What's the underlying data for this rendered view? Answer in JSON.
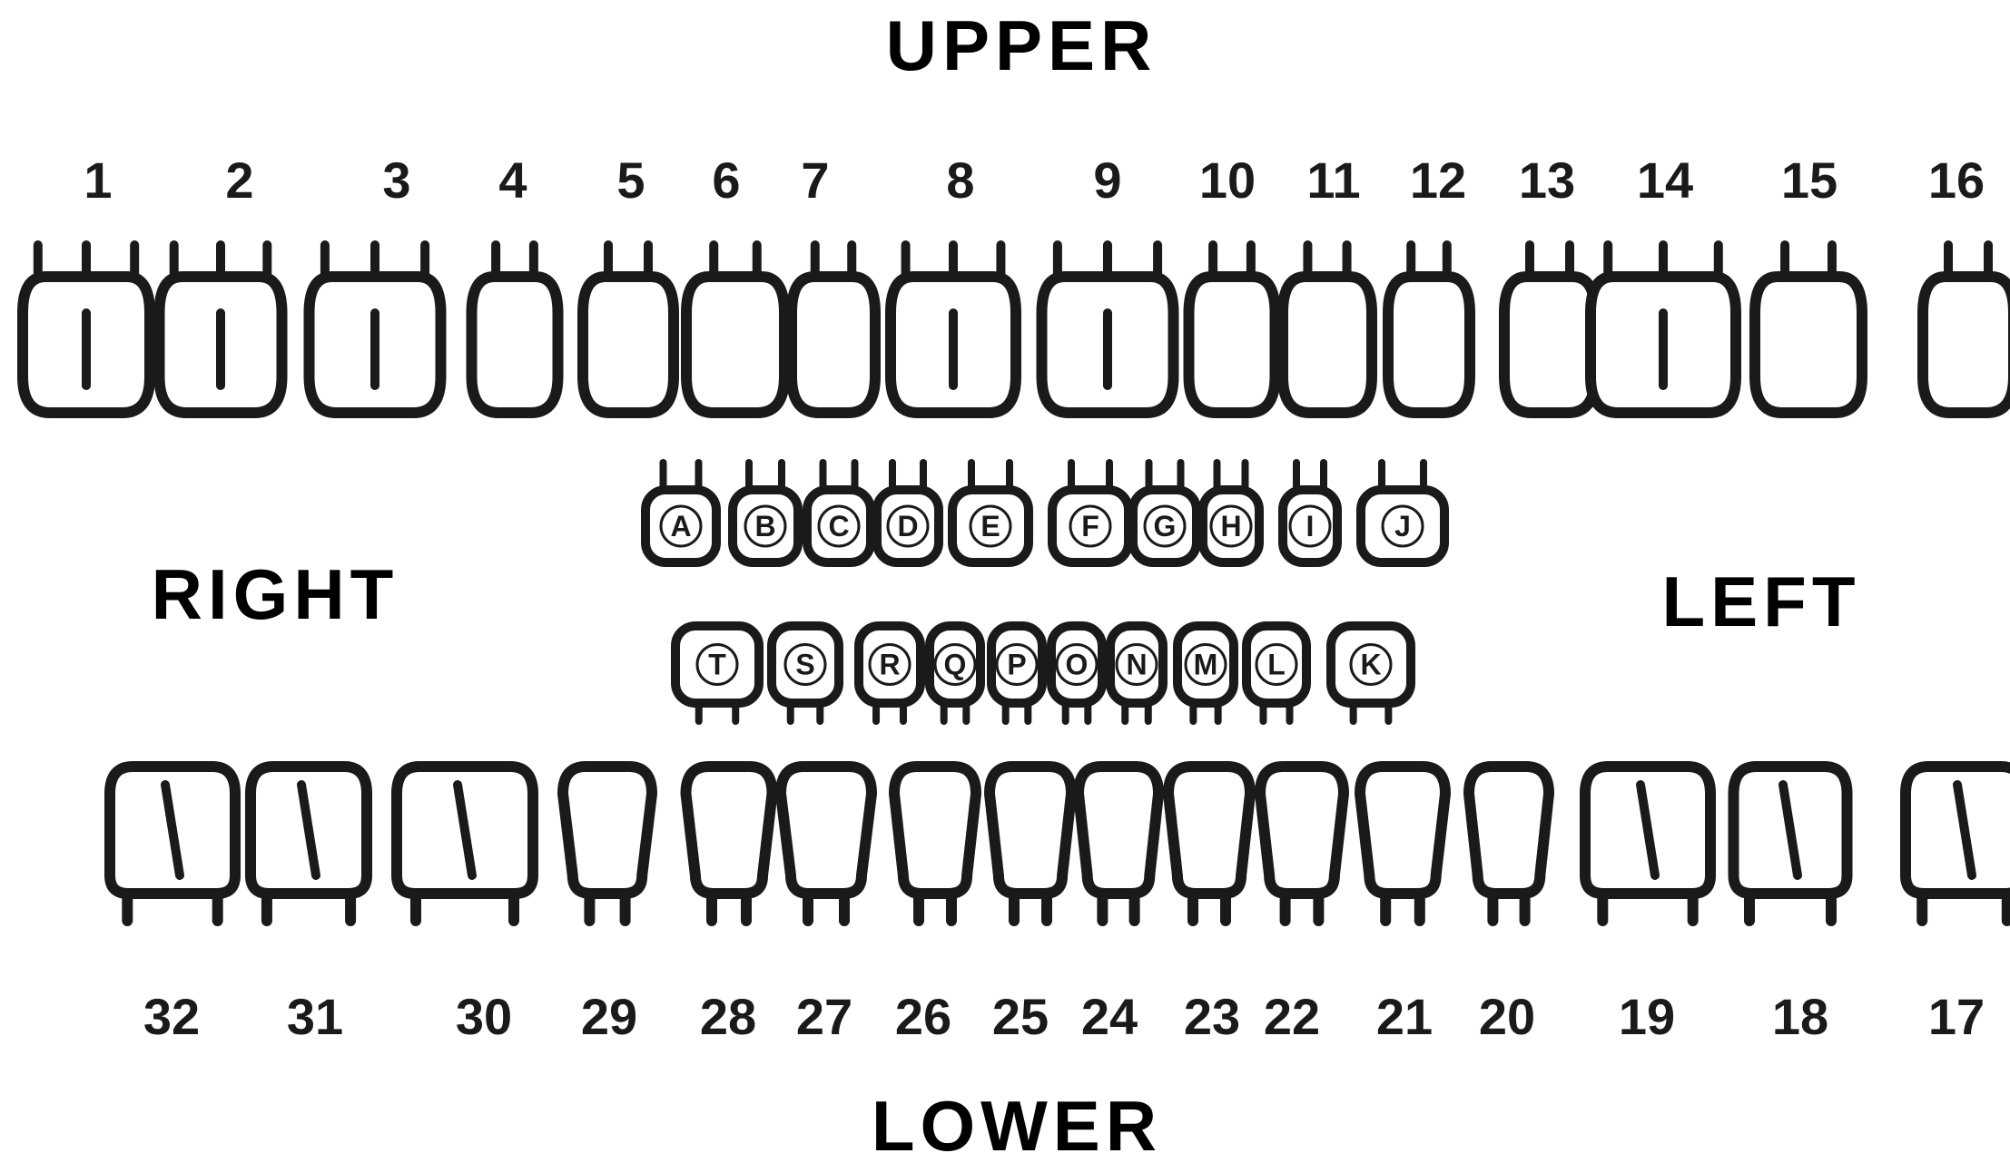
{
  "labels": {
    "upper": "UPPER",
    "lower": "LOWER",
    "right": "RIGHT",
    "left": "LEFT"
  },
  "permanent_upper": [
    "1",
    "2",
    "3",
    "4",
    "5",
    "6",
    "7",
    "8",
    "9",
    "10",
    "11",
    "12",
    "13",
    "14",
    "15",
    "16"
  ],
  "primary_upper": [
    "A",
    "B",
    "C",
    "D",
    "E",
    "F",
    "G",
    "H",
    "I",
    "J"
  ],
  "primary_lower": [
    "T",
    "S",
    "R",
    "Q",
    "P",
    "O",
    "N",
    "M",
    "L",
    "K"
  ],
  "permanent_lower": [
    "32",
    "31",
    "30",
    "29",
    "28",
    "27",
    "26",
    "25",
    "24",
    "23",
    "22",
    "21",
    "20",
    "19",
    "18",
    "17"
  ],
  "colors": {
    "ink": "#1a1a1a",
    "background": "#ffffff"
  }
}
